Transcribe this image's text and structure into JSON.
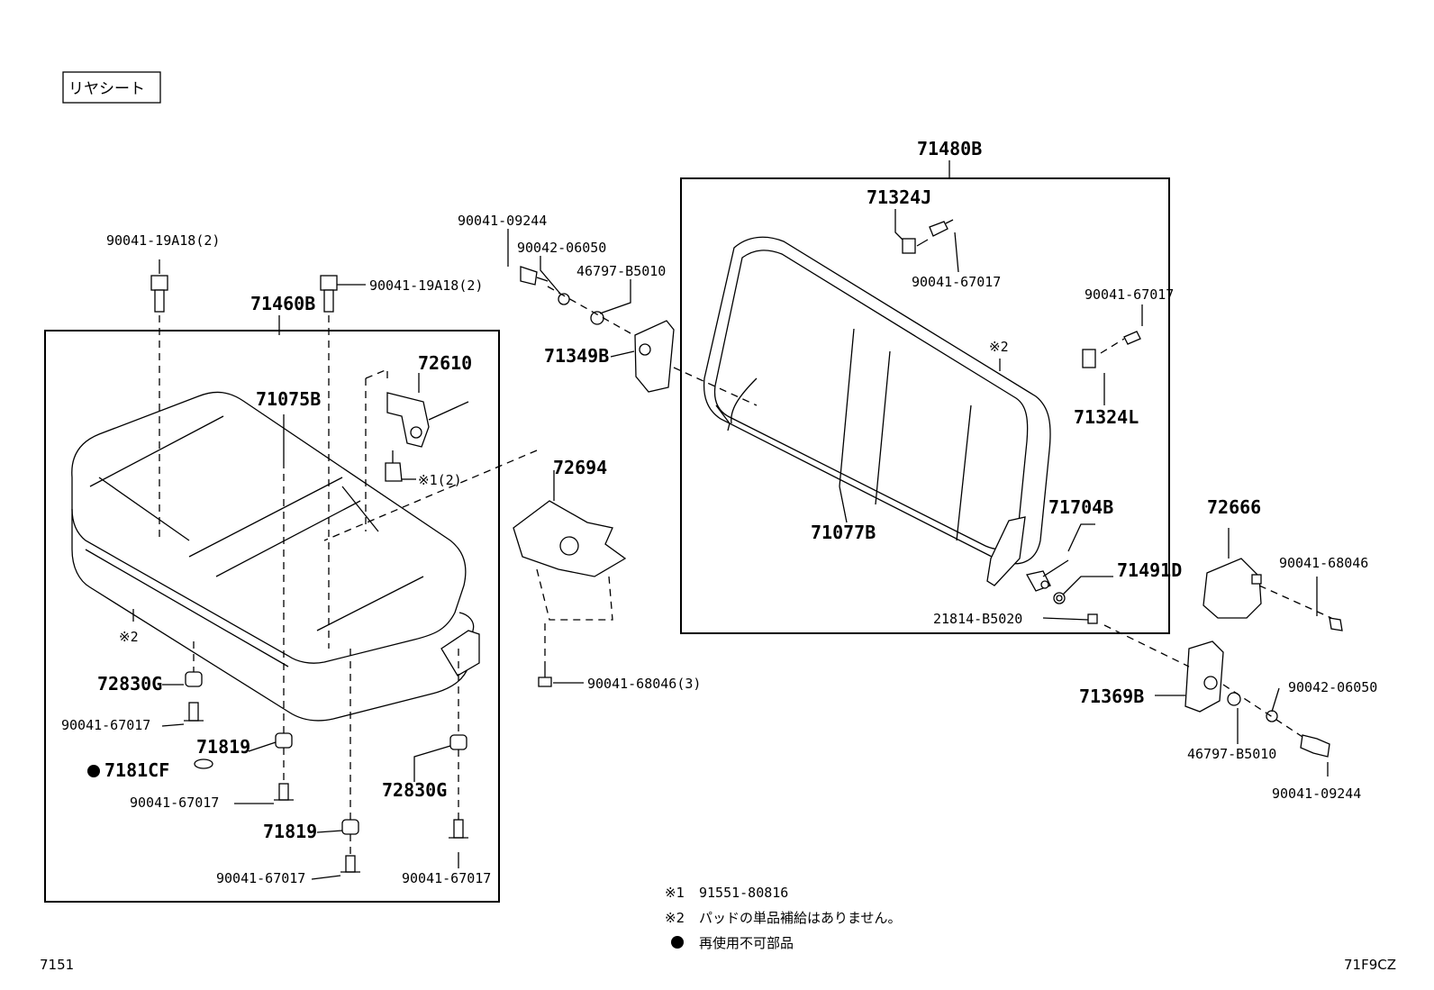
{
  "title_box": "リヤシート",
  "labels": {
    "p71480B": "71480B",
    "p71324J": "71324J",
    "p90041_67017_top": "90041-67017",
    "p90041_67017_right": "90041-67017",
    "p71324L": "71324L",
    "p90041_09244_top": "90041-09244",
    "p90042_06050_top": "90042-06050",
    "p46797_B5010_top": "46797-B5010",
    "p71349B": "71349B",
    "p90041_19A18_left": "90041-19A18(2)",
    "p90041_19A18_right": "90041-19A18(2)",
    "p71460B": "71460B",
    "p72610": "72610",
    "p71075B": "71075B",
    "p_note1_2": "※1(2)",
    "p72694": "72694",
    "p71077B": "71077B",
    "p_note2_back": "※2",
    "p_note2_seat": "※2",
    "p71704B": "71704B",
    "p71491D": "71491D",
    "p21814_B5020": "21814-B5020",
    "p72666": "72666",
    "p90041_68046_right": "90041-68046",
    "p72830G_left": "72830G",
    "p90041_67017_a": "90041-67017",
    "p71819_a": "71819",
    "p7181CF": "7181CF",
    "p90041_67017_b": "90041-67017",
    "p71819_b": "71819",
    "p90041_67017_c": "90041-67017",
    "p72830G_right": "72830G",
    "p90041_67017_d": "90041-67017",
    "p90041_68046_3": "90041-68046(3)",
    "p71369B": "71369B",
    "p90042_06050_bottom": "90042-06050",
    "p46797_B5010_bottom": "46797-B5010",
    "p90041_09244_bottom": "90041-09244"
  },
  "notes": {
    "n1_mark": "※1",
    "n1_text": "91551-80816",
    "n2_mark": "※2",
    "n2_text": "パッドの単品補給はありません。",
    "n3_text": "再使用不可部品"
  },
  "corner": {
    "left": "7151",
    "right": "71F9CZ"
  }
}
